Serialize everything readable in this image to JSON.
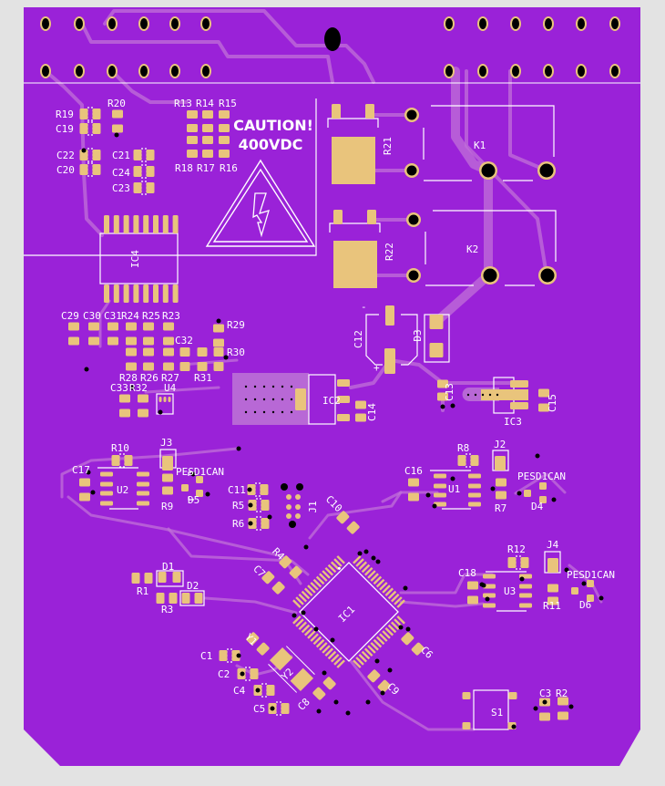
{
  "colors": {
    "background": "#e3e3e3",
    "board": "#9a22d8",
    "pad": "#e9c47c",
    "silk": "#ffffff",
    "trace": "#c070d8",
    "drill": "#000000",
    "keepout": "#b868d6"
  },
  "warning": {
    "line1": "CAUTION!",
    "line2": "400VDC",
    "icon": "high-voltage-warning-icon"
  },
  "labels": {
    "R19": "R19",
    "C19": "C19",
    "R20": "R20",
    "R13": "R13",
    "R14": "R14",
    "R15": "R15",
    "C22": "C22",
    "C20": "C20",
    "C21": "C21",
    "C24": "C24",
    "C23": "C23",
    "R18": "R18",
    "R17": "R17",
    "R16": "R16",
    "IC4": "IC4",
    "C29": "C29",
    "C30": "C30",
    "C31": "C31",
    "R24": "R24",
    "R25": "R25",
    "R23": "R23",
    "R29": "R29",
    "C32": "C32",
    "R30": "R30",
    "R28": "R28",
    "R26": "R26",
    "R27": "R27",
    "R31": "R31",
    "C33": "C33",
    "R32": "R32",
    "U4": "U4",
    "IC2": "IC2",
    "C14": "C14",
    "R21": "R21",
    "R22": "R22",
    "K1": "K1",
    "K2": "K2",
    "C12": "C12",
    "D3": "D3",
    "C13": "C13",
    "C15": "C15",
    "IC3": "IC3",
    "R10": "R10",
    "J3": "J3",
    "C17": "C17",
    "U2": "U2",
    "R9": "R9",
    "PESD_J3": "PESD1CAN",
    "D5": "D5",
    "C11": "C11",
    "R5": "R5",
    "R6": "R6",
    "J1": "J1",
    "C10": "C10",
    "R8": "R8",
    "J2": "J2",
    "C16": "C16",
    "U1": "U1",
    "R7": "R7",
    "PESD_J2": "PESD1CAN",
    "D4": "D4",
    "R4": "R4",
    "C7": "C7",
    "IC1": "IC1",
    "D1": "D1",
    "R1": "R1",
    "D2": "D2",
    "R3": "R3",
    "R12": "R12",
    "J4": "J4",
    "C18": "C18",
    "U3": "U3",
    "R11": "R11",
    "PESD_J4": "PESD1CAN",
    "D6": "D6",
    "Y1": "Y1",
    "Y2": "Y2",
    "C1": "C1",
    "C2": "C2",
    "C4": "C4",
    "C5": "C5",
    "C8": "C8",
    "C6": "C6",
    "C9": "C9",
    "S1": "S1",
    "C3": "C3",
    "R2": "R2",
    "C12_minus": "-",
    "C12_plus": "+"
  }
}
